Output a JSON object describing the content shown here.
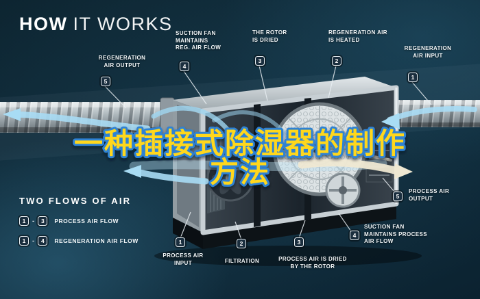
{
  "title": {
    "bold": "HOW",
    "light": "IT WORKS"
  },
  "overlay": {
    "line1": "一种插接式除湿器的制作",
    "line2": "方法"
  },
  "callouts": {
    "regen_output": {
      "number": "5",
      "label": "REGENERATION\nAIR OUTPUT"
    },
    "suction_reg": {
      "number": "4",
      "label": "SUCTION FAN\nMAINTAINS\nREG. AIR FLOW"
    },
    "rotor_dried": {
      "number": "3",
      "label": "THE ROTOR\nIS DRIED"
    },
    "regen_heated": {
      "number": "2",
      "label": "REGENERATION AIR\nIS HEATED"
    },
    "regen_input": {
      "number": "1",
      "label": "REGENERATION\nAIR INPUT"
    },
    "process_output": {
      "number": "5",
      "label": "PROCESS AIR\nOUTPUT"
    },
    "suction_process": {
      "number": "4",
      "label": "SUCTION FAN\nMAINTAINS PROCESS\nAIR FLOW"
    },
    "process_input": {
      "number": "1",
      "label": "PROCESS AIR\nINPUT"
    },
    "filtration": {
      "number": "2",
      "label": "FILTRATION"
    },
    "process_dried": {
      "number": "3",
      "label": "PROCESS AIR IS DRIED\nBY THE ROTOR"
    }
  },
  "legend": {
    "heading": "TWO FLOWS OF AIR",
    "separator": "-",
    "rows": [
      {
        "a": "1",
        "b": "3",
        "label": "PROCESS AIR FLOW"
      },
      {
        "a": "1",
        "b": "4",
        "label": "REGENERATION AIR FLOW"
      }
    ]
  },
  "colors": {
    "background": "#123040",
    "title_yellow": "#ffd71c",
    "title_outline_blue": "#2e82d4",
    "airflow_blue": "#a8dcf4",
    "process_output_cream": "#efe8d2",
    "badge_background": "#1a2e3e",
    "label_text": "#ffffff"
  }
}
